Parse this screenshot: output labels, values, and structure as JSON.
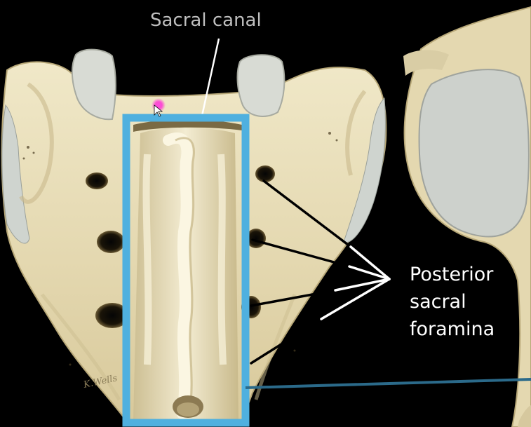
{
  "labels": {
    "sacral_canal": "Sacral canal",
    "posterior_sacral_foramina": [
      "Posterior",
      "sacral",
      "foramina"
    ]
  },
  "signature": "K Wells",
  "colors": {
    "background": "#000000",
    "bone": "#e6dbb6",
    "cartilage": "#d4d8d2",
    "highlight_box": "#4fb0df",
    "leader_line": "#2b6a8a",
    "canal_label": "#bfbfbf",
    "foramina_label": "#ffffff",
    "cursor_marker": "#ff2ad6"
  },
  "icons": [
    "cursor-arrow-icon"
  ]
}
